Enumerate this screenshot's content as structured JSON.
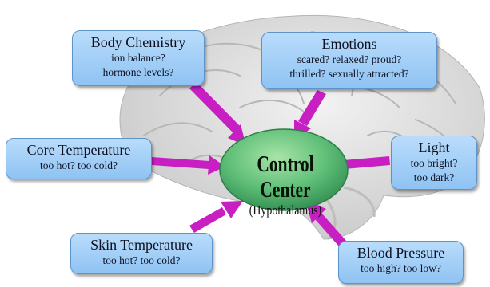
{
  "colors": {
    "box_fill": "#a7d1f8",
    "box_border": "#5e93c8",
    "arrow": "#c81fc3",
    "hub_fill": "#5fbf78",
    "brain": "#dcdcdc"
  },
  "center": {
    "title": "Control Center",
    "subtitle": "(Hypothalamus)"
  },
  "inputs": [
    {
      "title": "Body Chemistry",
      "lines": [
        "ion balance?",
        "hormone levels?"
      ]
    },
    {
      "title": "Emotions",
      "lines": [
        "scared? relaxed? proud?",
        "thrilled? sexually attracted?"
      ]
    },
    {
      "title": "Core Temperature",
      "lines": [
        "too hot? too cold?"
      ]
    },
    {
      "title": "Light",
      "lines": [
        "too bright?",
        "too dark?"
      ]
    },
    {
      "title": "Skin Temperature",
      "lines": [
        "too hot? too cold?"
      ]
    },
    {
      "title": "Blood Pressure",
      "lines": [
        "too high? too low?"
      ]
    }
  ]
}
